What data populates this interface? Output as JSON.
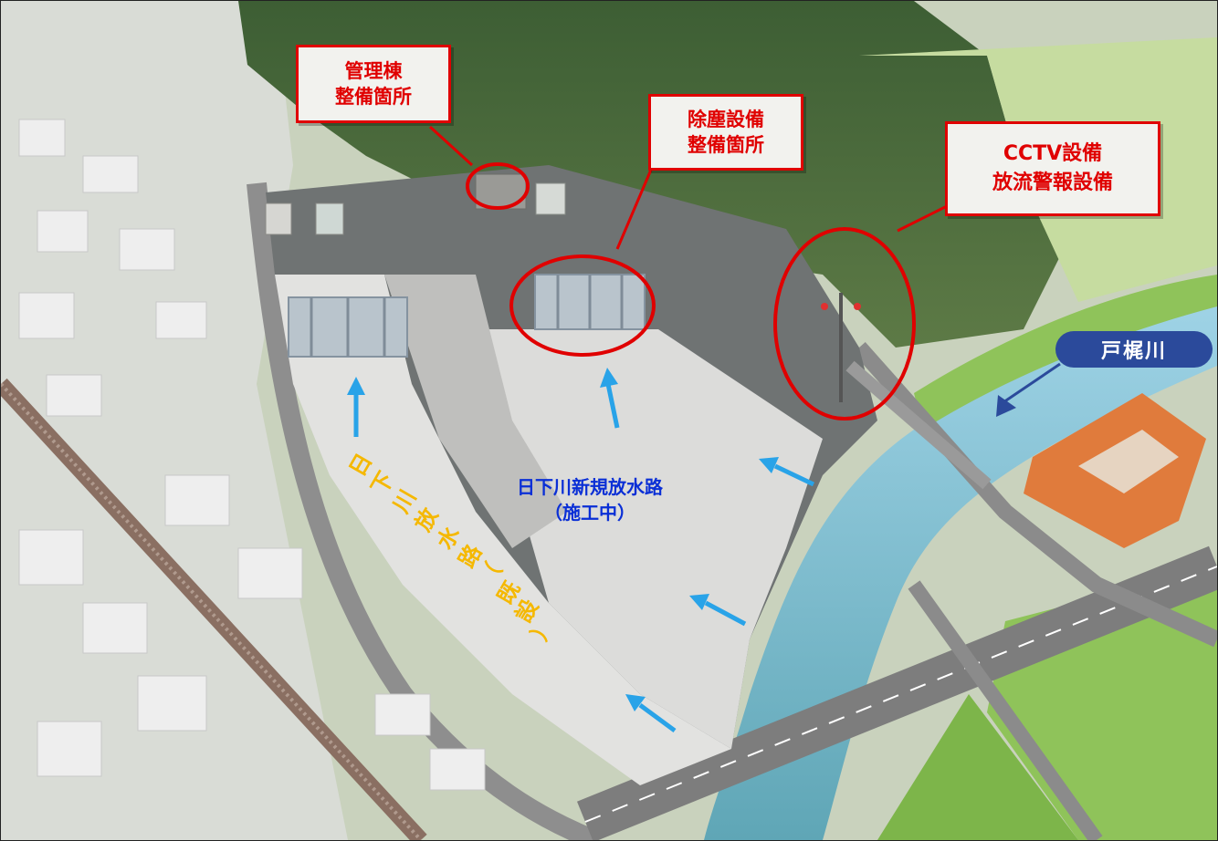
{
  "callouts": {
    "admin": {
      "line1": "管理棟",
      "line2": "整備箇所"
    },
    "dust": {
      "line1": "除塵設備",
      "line2": "整備箇所"
    },
    "cctv": {
      "line1": "CCTV設備",
      "line2": "放流警報設備"
    }
  },
  "river_label": "戸梶川",
  "new_channel": {
    "line1": "日下川新規放水路",
    "line2": "（施工中）"
  },
  "existing_channel": [
    "日",
    "下",
    "川",
    "放",
    "水",
    "路",
    "（",
    "既",
    "設",
    "）"
  ],
  "colors": {
    "callout_border": "#e00000",
    "callout_text": "#e00000",
    "river_badge": "#2b4a9b",
    "flow_arrow": "#29a3e8",
    "new_channel_text": "#0a2fd6",
    "existing_channel_text": "#f5b800"
  }
}
